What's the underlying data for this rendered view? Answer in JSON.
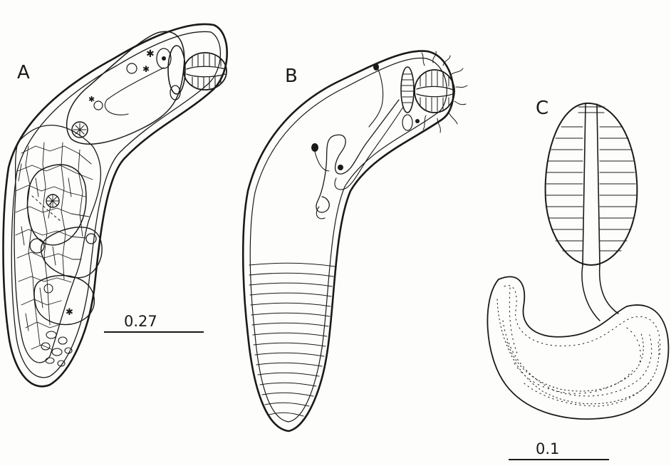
{
  "figure": {
    "panels": [
      {
        "id": "A",
        "label": "A"
      },
      {
        "id": "B",
        "label": "B"
      },
      {
        "id": "C",
        "label": "C"
      }
    ],
    "scale_bars": [
      {
        "panel": "A",
        "label": "0.27"
      },
      {
        "panel": "C",
        "label": "0.1"
      }
    ],
    "ink_color": "#1a1a1a",
    "paper_color": "#fdfdfb"
  }
}
